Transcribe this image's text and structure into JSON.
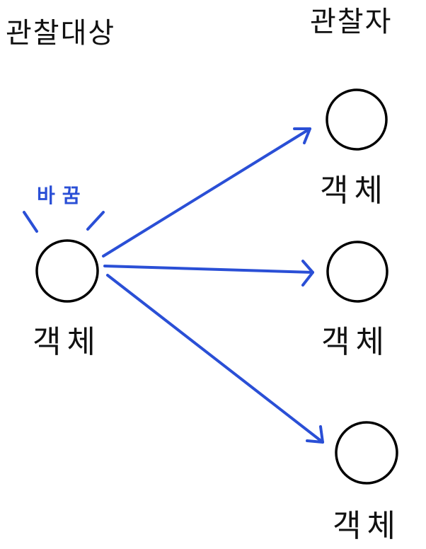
{
  "titles": {
    "subject": "관찰대상",
    "observer": "관찰자"
  },
  "subject": {
    "label": "객체",
    "change_label": "바꿈"
  },
  "observers": [
    {
      "label": "객체"
    },
    {
      "label": "객체"
    },
    {
      "label": "객체"
    }
  ],
  "colors": {
    "ink": "#000000",
    "accent": "#2a4fd6"
  }
}
